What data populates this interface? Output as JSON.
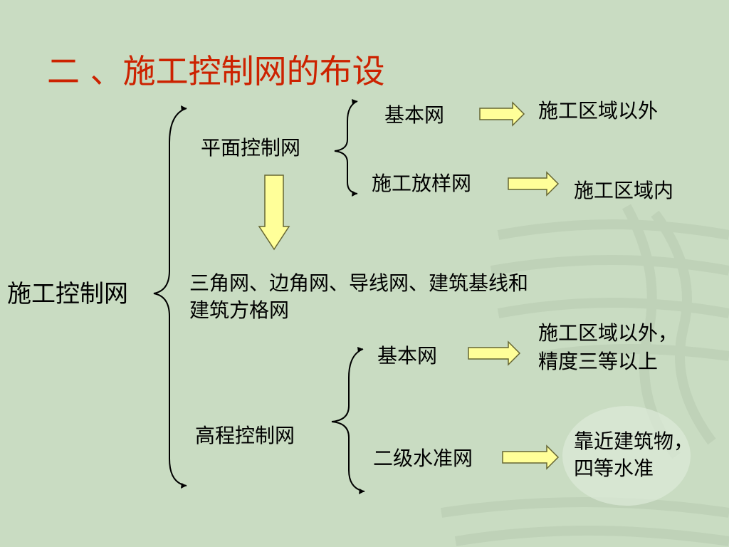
{
  "title": "二 、施工控制网的布设",
  "root": "施工控制网",
  "plane": {
    "label": "平面控制网",
    "basic": {
      "label": "基本网",
      "result": "施工区域以外"
    },
    "layout": {
      "label": "施工放样网",
      "result": "施工区域内"
    }
  },
  "types_line1": "三角网、边角网、导线网、建筑基线和",
  "types_line2": "建筑方格网",
  "elevation": {
    "label": "高程控制网",
    "basic": {
      "label": "基本网",
      "result_line1": "施工区域以外，",
      "result_line2": "精度三等以上"
    },
    "level2": {
      "label": "二级水准网",
      "result_line1": "靠近建筑物，",
      "result_line2": "四等水准"
    }
  },
  "colors": {
    "background": "#c9dcc2",
    "title": "#cc2200",
    "arrow_fill": "#ffff99",
    "arrow_stroke": "#666633"
  }
}
